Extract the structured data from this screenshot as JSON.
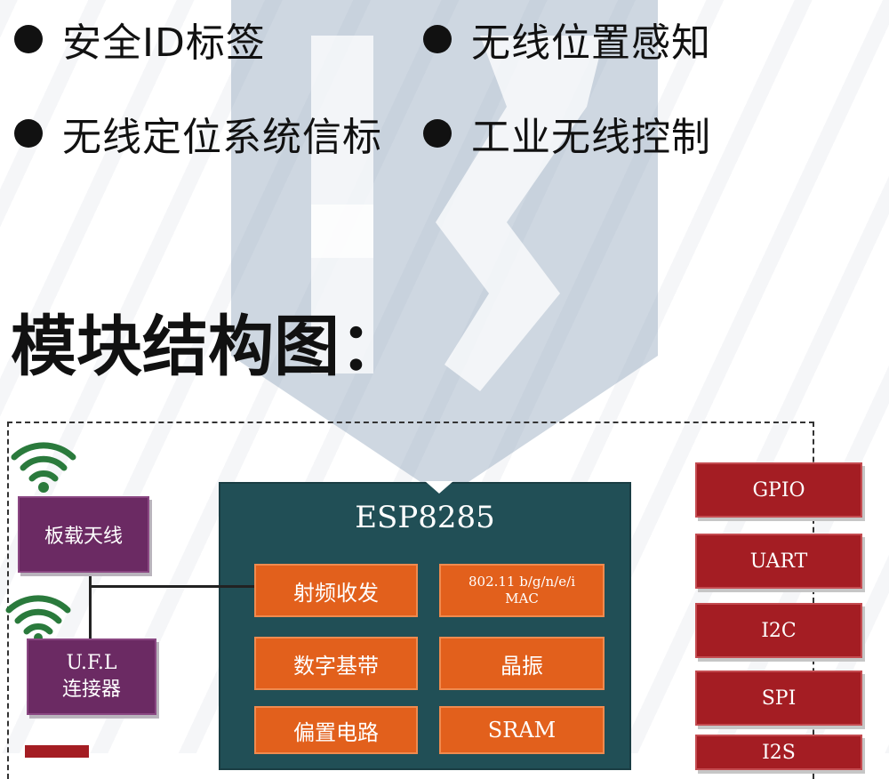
{
  "features": [
    "安全ID标签",
    "无线位置感知",
    "无线定位系统信标",
    "工业无线控制"
  ],
  "section_title": "模块结构图：",
  "chip": {
    "title": "ESP8285",
    "blocks": [
      "射频收发",
      "802.11 b/g/n/e/i",
      "MAC",
      "数字基带",
      "晶振",
      "偏置电路",
      "SRAM"
    ]
  },
  "antennas": {
    "onboard": "板载天线",
    "ufl_line1": "U.F.L",
    "ufl_line2": "连接器"
  },
  "interfaces": [
    "GPIO",
    "UART",
    "I2C",
    "SPI",
    "I2S"
  ],
  "colors": {
    "chip_bg": "#214f56",
    "block_orange": "#e2601c",
    "antenna_purple": "#6b2a63",
    "interface_red": "#a41d23"
  }
}
